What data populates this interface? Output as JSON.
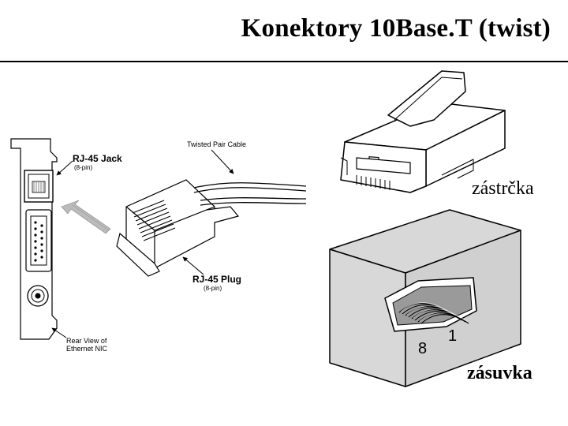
{
  "slide": {
    "title": "Konektory 10Base.T (twist)"
  },
  "diagram": {
    "jack_label": "RJ-45 Jack",
    "jack_pins": "(8-pin)",
    "cable_label": "Twisted Pair Cable",
    "plug_label": "RJ-45 Plug",
    "plug_pins": "(8-pin)",
    "nic_label_line1": "Rear View of",
    "nic_label_line2": "Ethernet NIC"
  },
  "connectors": {
    "plug_caption": "zástrčka",
    "socket_caption": "zásuvka",
    "pin_8": "8",
    "pin_1": "1"
  }
}
